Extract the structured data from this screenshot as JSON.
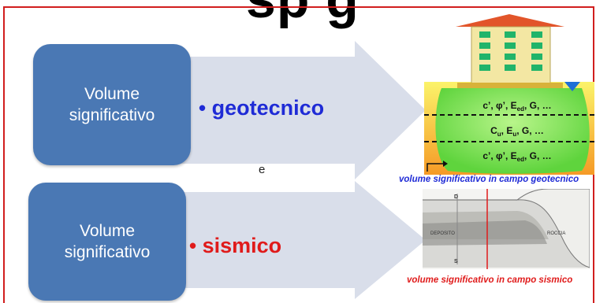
{
  "title_fragment": "sp                g",
  "top_box": {
    "line1": "Volume",
    "line2": "significativo",
    "bullet_text": "geotecnico",
    "bullet_color": "#1f2bd6"
  },
  "connector": "e",
  "bottom_box": {
    "line1": "Volume",
    "line2": "significativo",
    "bullet_text": "sismico",
    "bullet_color": "#e01b1b"
  },
  "geo_panel": {
    "layer1": "c’, φ’, E",
    "layer1_sub": "ed",
    "layer1_tail": ", G, …",
    "layer2": "C",
    "layer2_sub1": "u",
    "layer2_mid": ", E",
    "layer2_sub2": "u",
    "layer2_tail": ", G, …",
    "layer3": "c’, φ’, E",
    "layer3_sub": "ed",
    "layer3_tail": ", G, …",
    "caption": "volume significativo in campo geotecnico",
    "caption_color": "#1f2bd6"
  },
  "seismic_panel": {
    "label_deposito": "DEPOSITO",
    "label_roccia": "ROCCIA",
    "label_d": "D",
    "label_s": "S",
    "caption": "volume significativo in campo sismico",
    "caption_color": "#e01b1b"
  },
  "colors": {
    "box": "#4a78b4",
    "arrow": "#d9deea",
    "border": "#d11e1e"
  }
}
